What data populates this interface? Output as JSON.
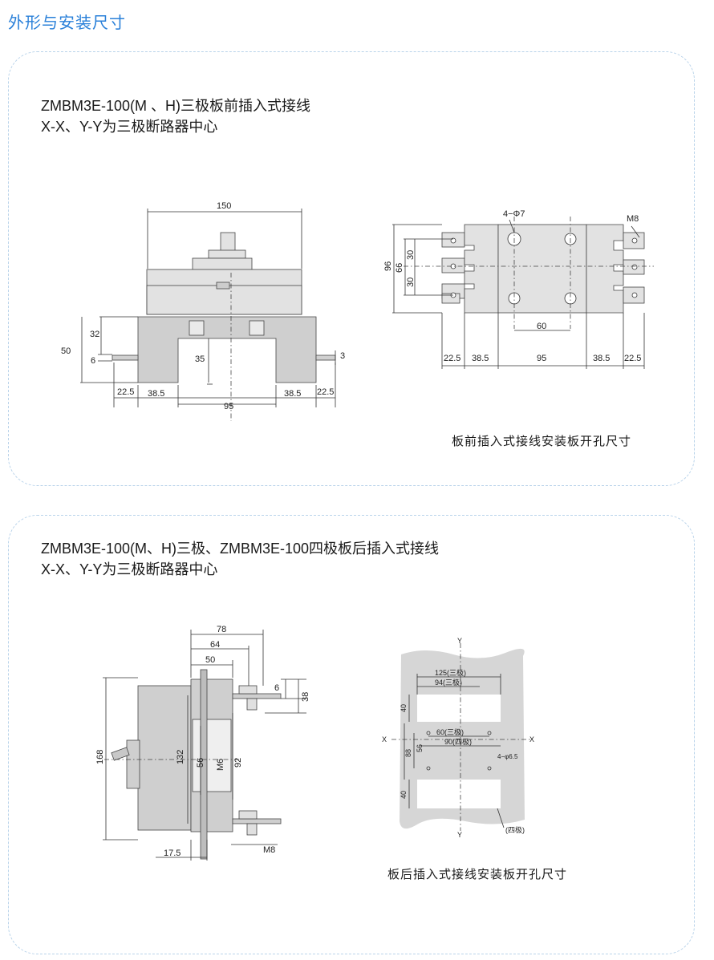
{
  "page_title": "外形与安装尺寸",
  "section1": {
    "title_line1": "ZMBM3E-100(M 、H)三极板前插入式接线",
    "title_line2": "X-X、Y-Y为三极断路器中心",
    "front_view": {
      "dim_150": "150",
      "dim_32": "32",
      "dim_50": "50",
      "dim_6": "6",
      "dim_35": "35",
      "dim_3": "3",
      "dim_22_5_left": "22.5",
      "dim_38_5_left": "38.5",
      "dim_95": "95",
      "dim_38_5_right": "38.5",
      "dim_22_5_right": "22.5"
    },
    "hole_view": {
      "holes_label": "4−Φ7",
      "thread_label": "M8",
      "dim_96": "96",
      "dim_66": "66",
      "dim_30_top": "30",
      "dim_30_bottom": "30",
      "dim_60": "60",
      "bottom_dims": [
        "22.5",
        "38.5",
        "95",
        "38.5",
        "22.5"
      ]
    },
    "caption": "板前插入式接线安装板开孔尺寸"
  },
  "section2": {
    "title_line1": "ZMBM3E-100(M、H)三极、ZMBM3E-100四极板后插入式接线",
    "title_line2": "X-X、Y-Y为三极断路器中心",
    "side_view": {
      "dim_78": "78",
      "dim_64": "64",
      "dim_50": "50",
      "dim_6": "6",
      "dim_38": "38",
      "dim_168": "168",
      "dim_132": "132",
      "dim_56": "56",
      "dim_m6": "M6",
      "dim_92": "92",
      "dim_17_5": "17.5",
      "dim_m8": "M8"
    },
    "cutout_view": {
      "axis_y_top": "Y",
      "axis_y_bottom": "Y",
      "axis_x_left": "X",
      "axis_x_right": "X",
      "dim_125": "125(三极)",
      "dim_94": "94(三极)",
      "dim_40_top": "40",
      "dim_88": "88",
      "dim_56": "56",
      "dim_60": "60(三极)",
      "dim_90": "90(四极)",
      "holes_label": "4−φ6.5",
      "dim_40_bottom": "40",
      "four_pole_label": "(四极)"
    },
    "caption": "板后插入式接线安装板开孔尺寸"
  }
}
